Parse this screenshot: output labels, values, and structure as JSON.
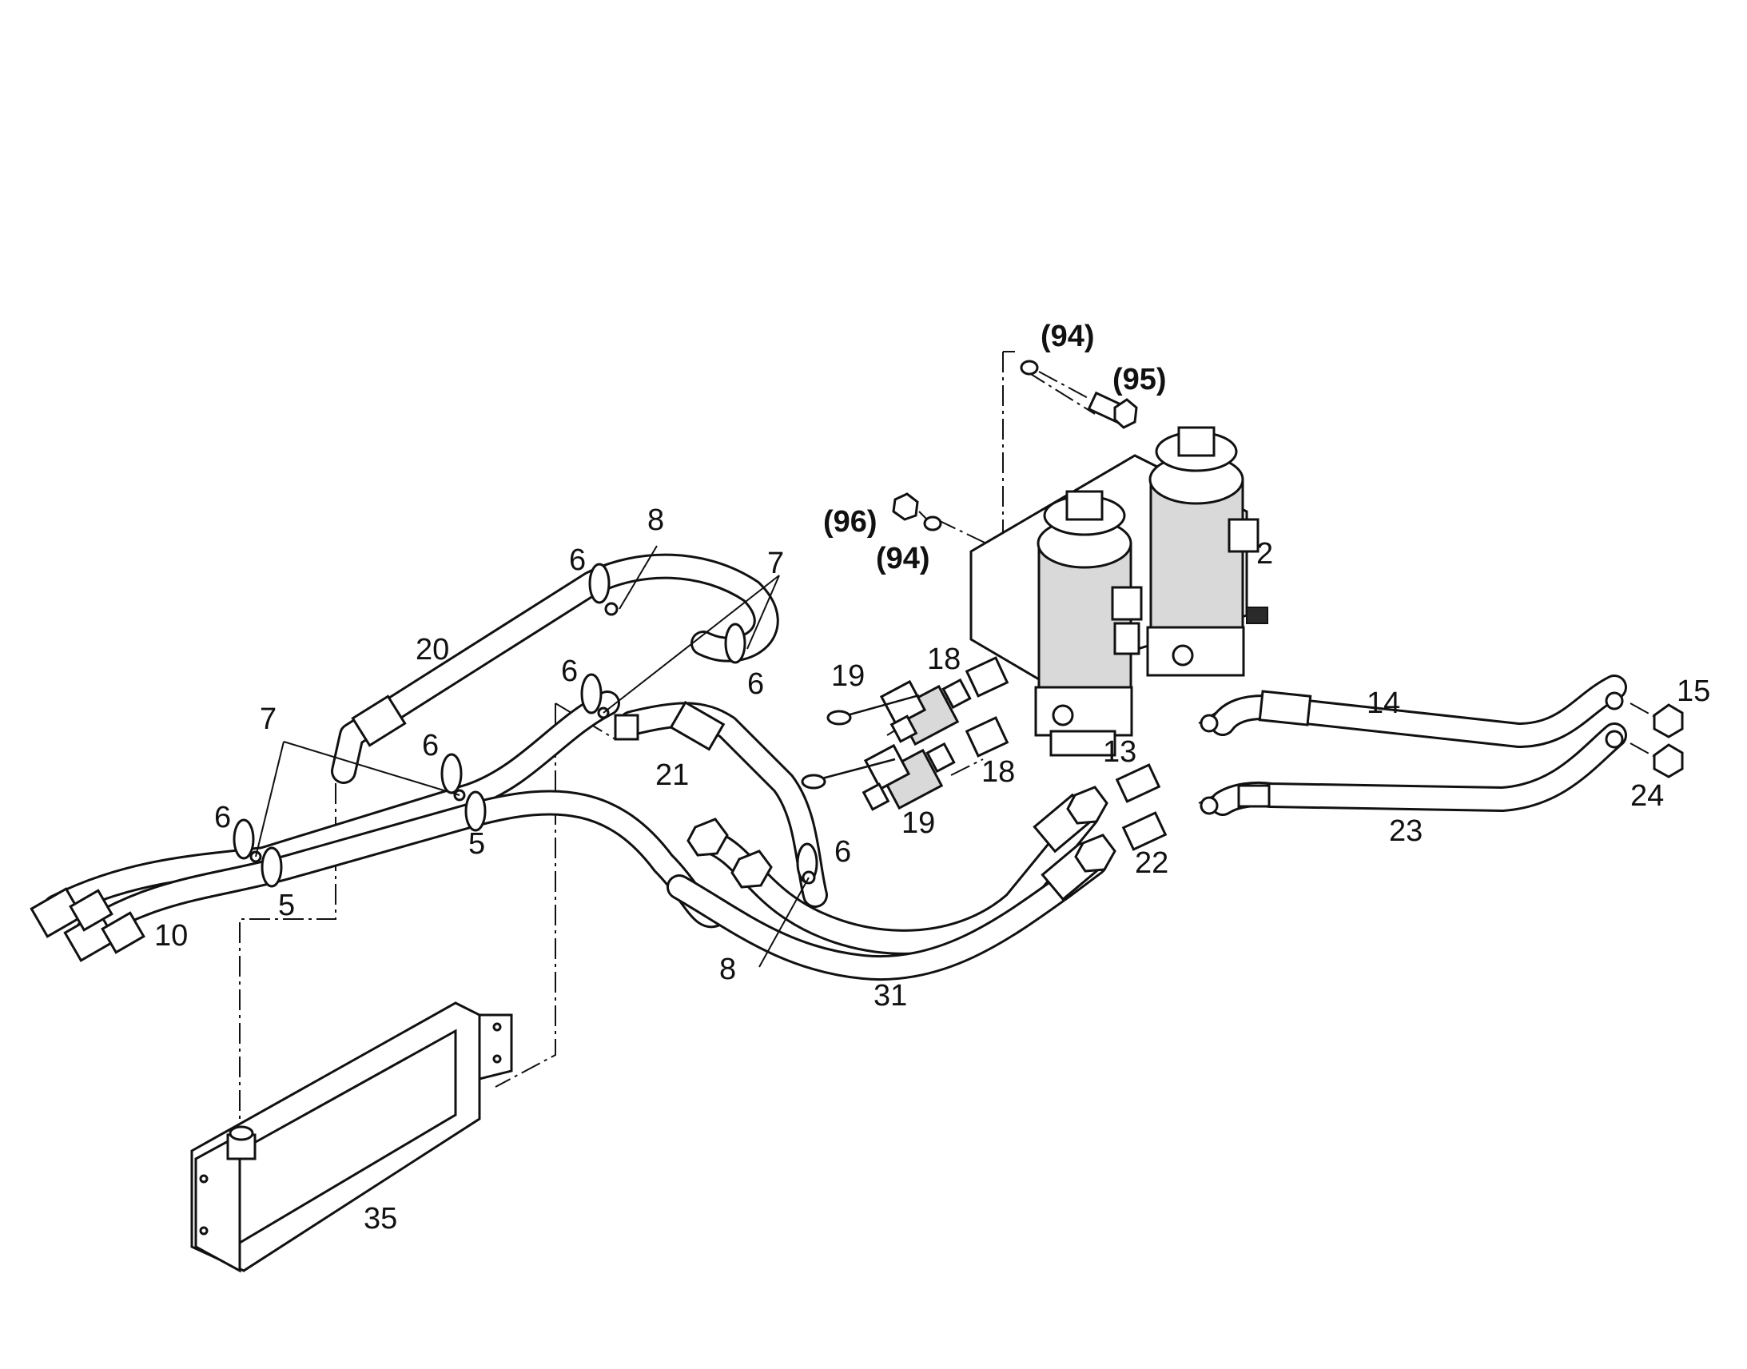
{
  "diagram": {
    "callouts": [
      {
        "id": "c-94a",
        "text": "(94)",
        "bold": true
      },
      {
        "id": "c-95",
        "text": "(95)",
        "bold": true
      },
      {
        "id": "c-96",
        "text": "(96)",
        "bold": true
      },
      {
        "id": "c-94b",
        "text": "(94)",
        "bold": true
      },
      {
        "id": "c-2",
        "text": "2"
      },
      {
        "id": "c-8a",
        "text": "8"
      },
      {
        "id": "c-6a",
        "text": "6"
      },
      {
        "id": "c-7a",
        "text": "7"
      },
      {
        "id": "c-20",
        "text": "20"
      },
      {
        "id": "c-6b",
        "text": "6"
      },
      {
        "id": "c-6c",
        "text": "6"
      },
      {
        "id": "c-19a",
        "text": "19"
      },
      {
        "id": "c-18a",
        "text": "18"
      },
      {
        "id": "c-14",
        "text": "14"
      },
      {
        "id": "c-15",
        "text": "15"
      },
      {
        "id": "c-7b",
        "text": "7"
      },
      {
        "id": "c-6d",
        "text": "6"
      },
      {
        "id": "c-21",
        "text": "21"
      },
      {
        "id": "c-18b",
        "text": "18"
      },
      {
        "id": "c-13",
        "text": "13"
      },
      {
        "id": "c-24",
        "text": "24"
      },
      {
        "id": "c-6e",
        "text": "6"
      },
      {
        "id": "c-19b",
        "text": "19"
      },
      {
        "id": "c-5a",
        "text": "5"
      },
      {
        "id": "c-23",
        "text": "23"
      },
      {
        "id": "c-6f",
        "text": "6"
      },
      {
        "id": "c-22",
        "text": "22"
      },
      {
        "id": "c-5b",
        "text": "5"
      },
      {
        "id": "c-10",
        "text": "10"
      },
      {
        "id": "c-8b",
        "text": "8"
      },
      {
        "id": "c-31",
        "text": "31"
      },
      {
        "id": "c-35",
        "text": "35"
      }
    ]
  }
}
